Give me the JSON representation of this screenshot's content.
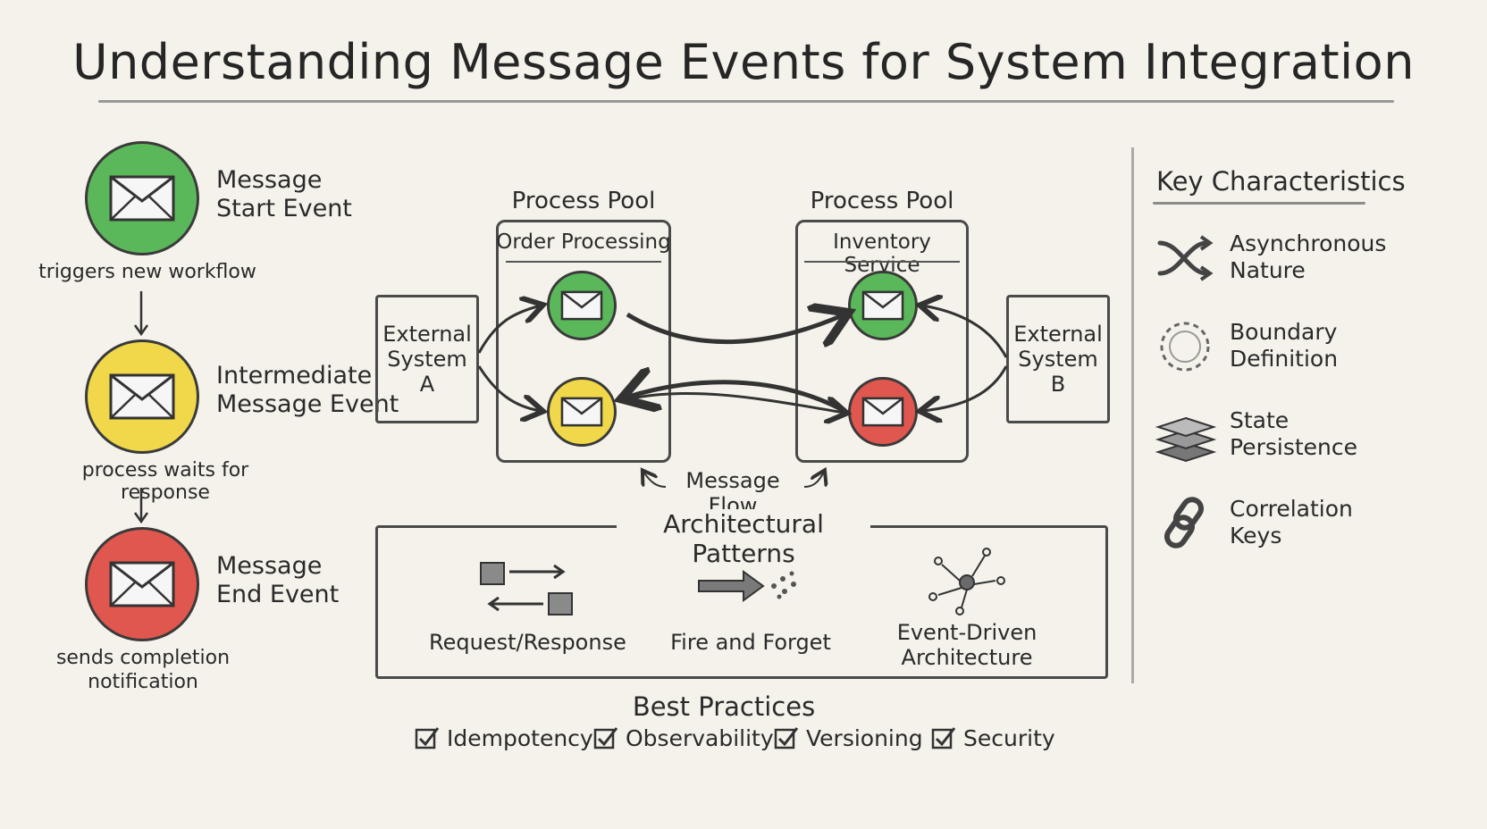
{
  "title": "Understanding Message Events for System Integration",
  "events": [
    {
      "label_1": "Message",
      "label_2": "Start Event",
      "caption": "triggers new workflow",
      "color": "#5bb85a"
    },
    {
      "label_1": "Intermediate",
      "label_2": "Message Event",
      "caption": "process waits for response",
      "color": "#f0d84a"
    },
    {
      "label_1": "Message",
      "label_2": "End Event",
      "caption_1": "sends completion",
      "caption_2": "notification",
      "color": "#e0574f"
    }
  ],
  "pools": [
    {
      "heading": "Process Pool",
      "name": "Order Processing"
    },
    {
      "heading": "Process Pool",
      "name": "Inventory Service"
    }
  ],
  "external": [
    {
      "line_1": "External",
      "line_2": "System A"
    },
    {
      "line_1": "External",
      "line_2": "System B"
    }
  ],
  "message_flow": "Message Flow",
  "patterns": {
    "title": "Architectural Patterns",
    "items": [
      {
        "label_1": "Request/Response",
        "icon": "request-response-icon"
      },
      {
        "label_1": "Fire and Forget",
        "icon": "fire-and-forget-icon"
      },
      {
        "label_1": "Event-Driven",
        "label_2": "Architecture",
        "icon": "event-driven-icon"
      }
    ]
  },
  "key_characteristics": {
    "title": "Key Characteristics",
    "items": [
      {
        "label_1": "Asynchronous",
        "label_2": "Nature",
        "icon": "shuffle-icon"
      },
      {
        "label_1": "Boundary",
        "label_2": "Definition",
        "icon": "dashed-circle-icon"
      },
      {
        "label_1": "State",
        "label_2": "Persistence",
        "icon": "layers-icon"
      },
      {
        "label_1": "Correlation",
        "label_2": "Keys",
        "icon": "chain-link-icon"
      }
    ]
  },
  "best_practices": {
    "title": "Best Practices",
    "items": [
      "Idempotency",
      "Observability",
      "Versioning",
      "Security"
    ]
  },
  "colors": {
    "green": "#5bb85a",
    "yellow": "#f0d84a",
    "red": "#e0574f"
  }
}
